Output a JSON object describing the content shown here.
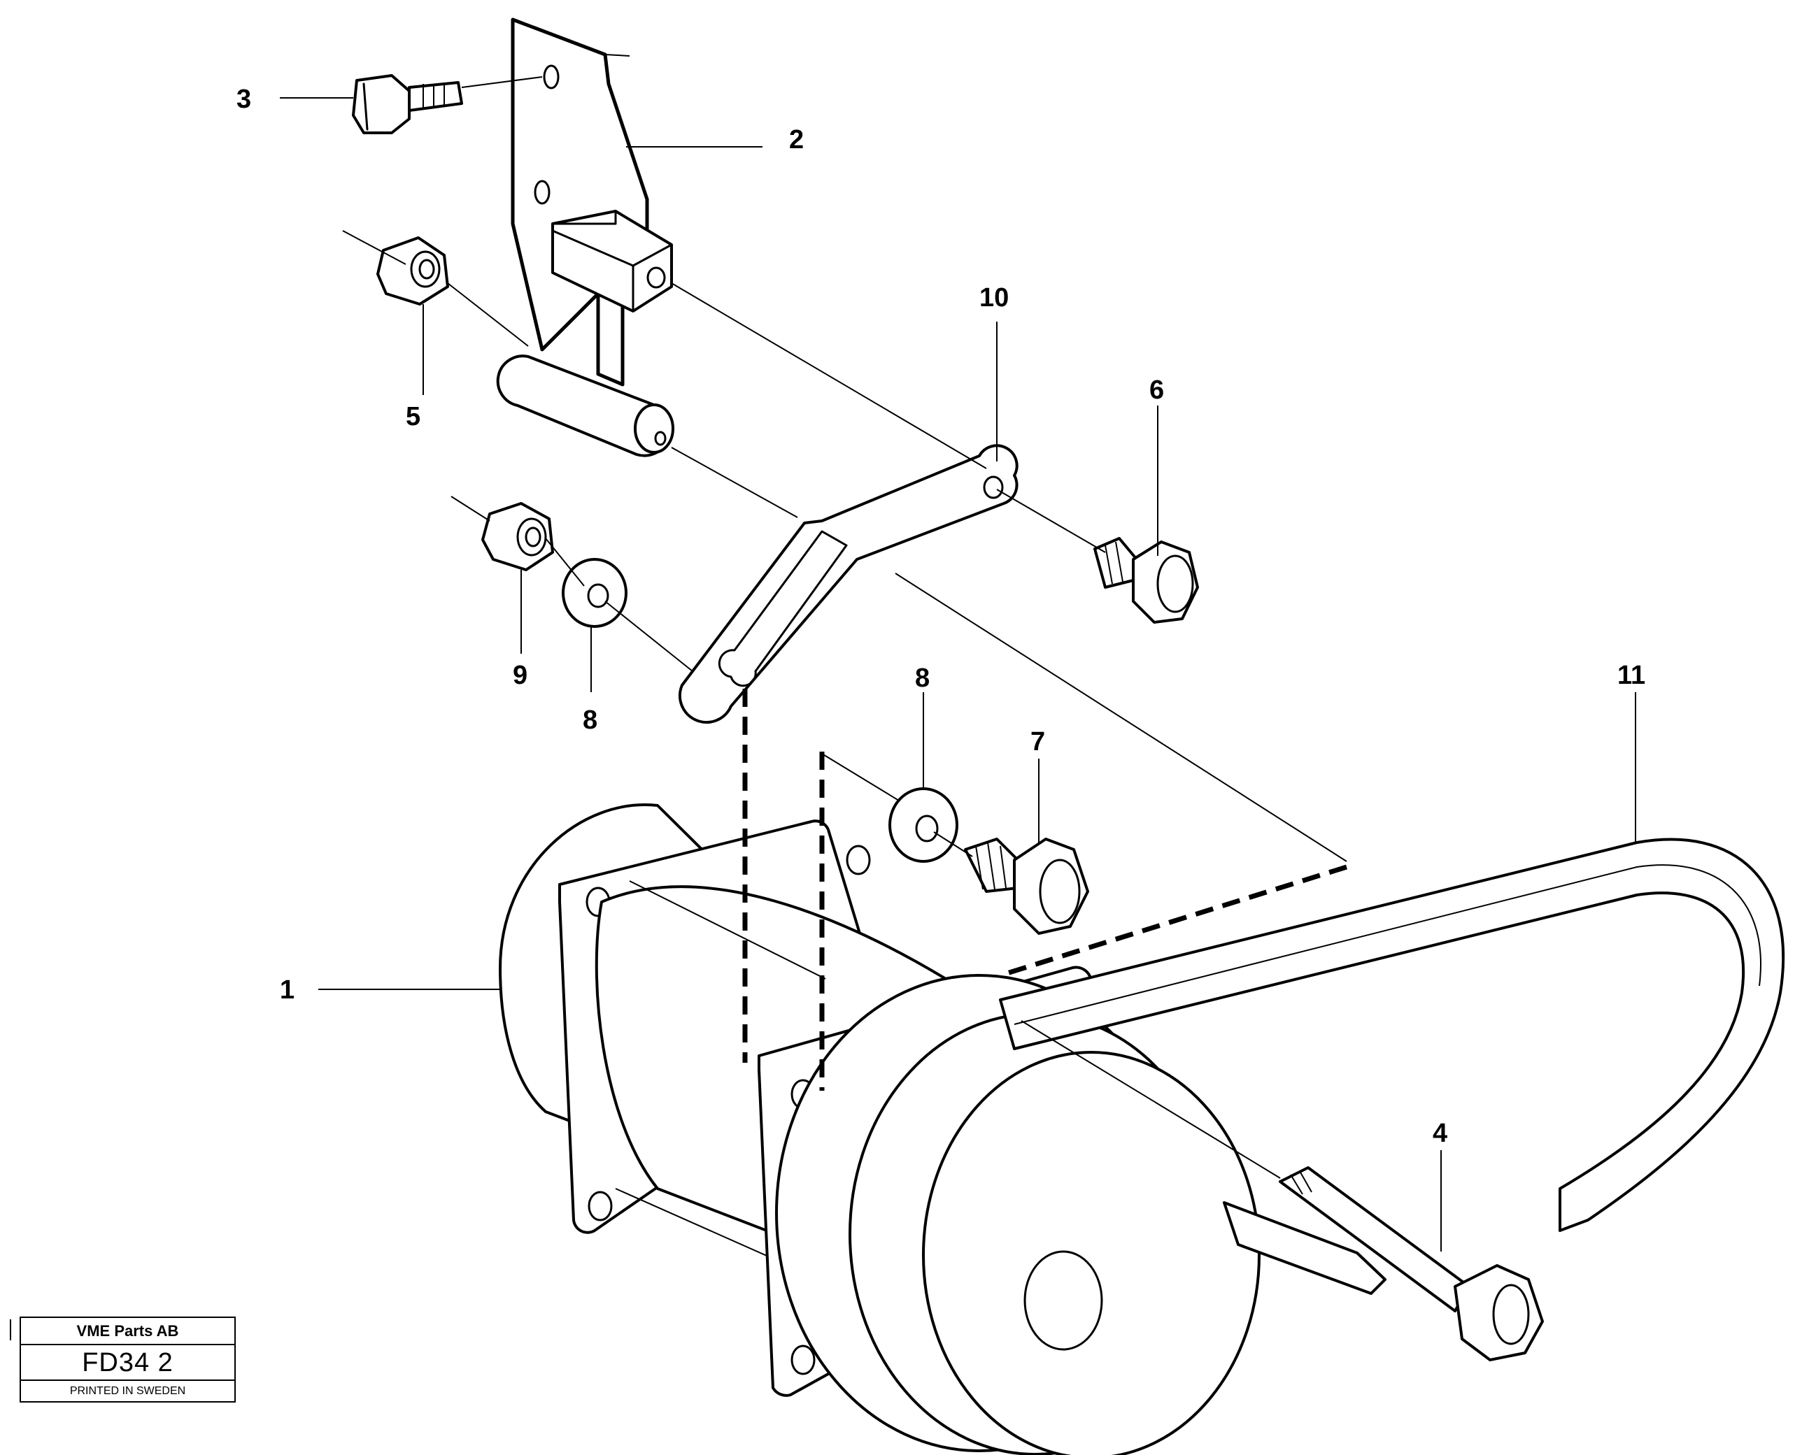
{
  "diagram": {
    "part_labels": {
      "p1": "1",
      "p2": "2",
      "p3": "3",
      "p4": "4",
      "p5": "5",
      "p6": "6",
      "p7": "7",
      "p8a": "8",
      "p8b": "8",
      "p9": "9",
      "p10": "10",
      "p11": "11"
    }
  },
  "title_block": {
    "company": "VME Parts AB",
    "code": "FD34 2",
    "printed": "PRINTED IN SWEDEN"
  }
}
